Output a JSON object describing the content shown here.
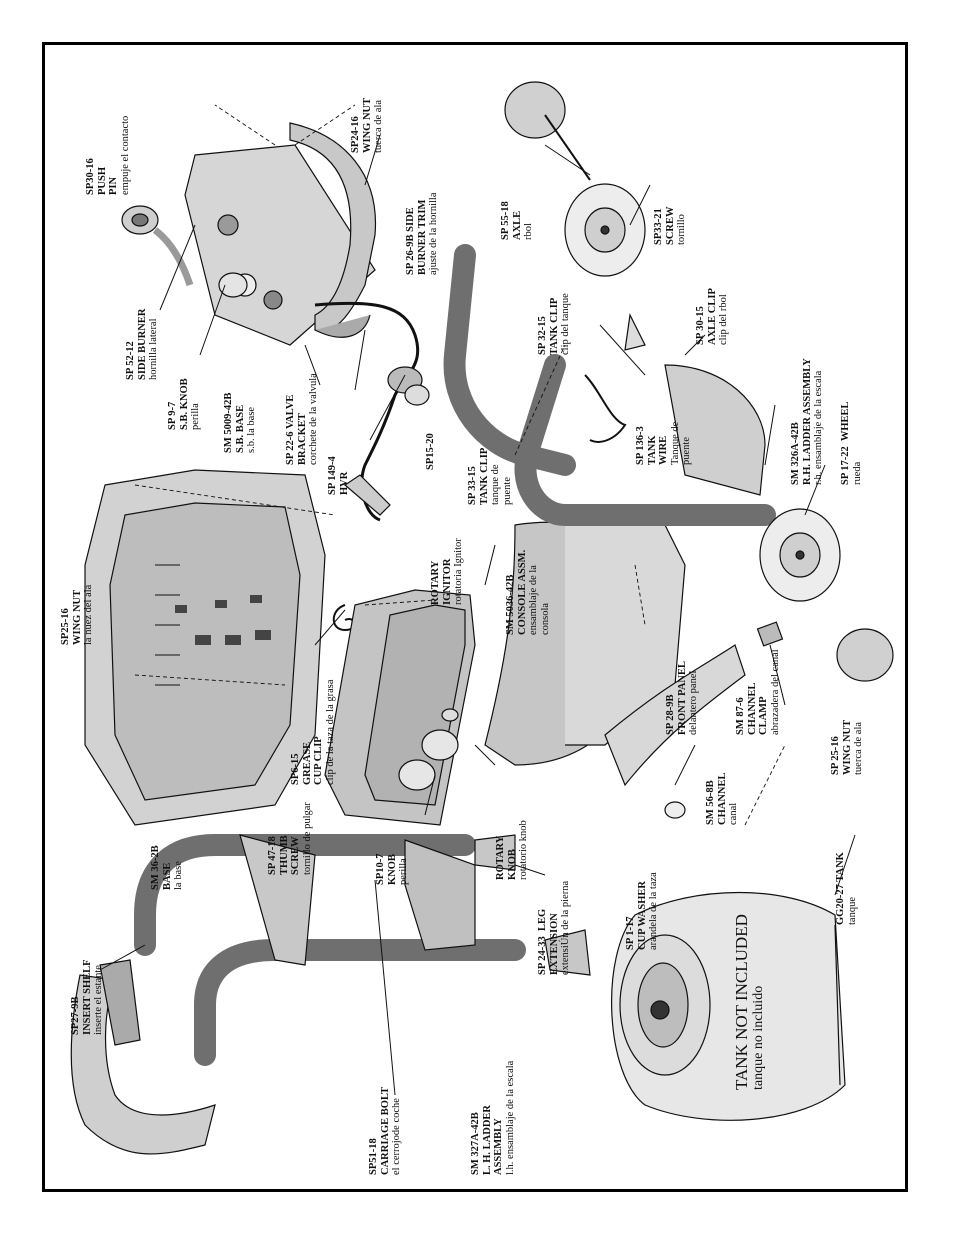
{
  "labels": [
    {
      "id": "sp30-16",
      "code": "SP30-16\nPUSH\nPIN",
      "es": "empuje el contacto"
    },
    {
      "id": "sp24-16-top",
      "code": "SP24-16\nWING NUT",
      "es": "tuerca de ala"
    },
    {
      "id": "sp26-9b",
      "code": "SP 26-9B SIDE\nBURNER TRIM",
      "es": "ajuste de la hornilla"
    },
    {
      "id": "sp52-12",
      "code": "SP 52-12\nSIDE BURNER",
      "es": "hornilla lateral"
    },
    {
      "id": "sp9-7",
      "code": "SP 9-7\nS.B. KNOB",
      "es": "perilla"
    },
    {
      "id": "sm5009",
      "code": "SM 5009-42B\nS.B. BASE",
      "es": "s.b. la base"
    },
    {
      "id": "sp22-6",
      "code": "SP 22-6 VALVE\nBRACKET",
      "es": "corchete de la valvula"
    },
    {
      "id": "sp149-4",
      "code": "SP 149-4\nHVR",
      "es": ""
    },
    {
      "id": "sp15-20",
      "code": "SP15-20",
      "es": ""
    },
    {
      "id": "sp55-18",
      "code": "SP 55-18\nAXLE",
      "es": "rbol"
    },
    {
      "id": "sp33-21",
      "code": "SP33-21\nSCREW",
      "es": "tornillo"
    },
    {
      "id": "sp30-15",
      "code": "SP 30-15\nAXLE CLIP",
      "es": "clip del rbol"
    },
    {
      "id": "sp32-15",
      "code": "SP 32-15\nTANK CLIP",
      "es": "clip del tanque"
    },
    {
      "id": "sp33-15",
      "code": "SP 33-15\nTANK CLIP",
      "es": "tanque de\npuente"
    },
    {
      "id": "sp136-3",
      "code": "SP 136-3\nTANK\nWIRE",
      "es": "Tanque de\npuente"
    },
    {
      "id": "sm326a",
      "code": "SM 326A-42B\nR.H. LADDER ASSEMBLY",
      "es": "r.h. ensamblaje de la escala"
    },
    {
      "id": "sp17-22",
      "code": "SP 17-22  WHEEL",
      "es": "rueda"
    },
    {
      "id": "sp25-16-left",
      "code": "SP25-16\nWING NUT",
      "es": "la nuez del ala"
    },
    {
      "id": "rotary-ignitor",
      "code": "ROTARY\nIGNITOR",
      "es": "rotatoria Ignitor"
    },
    {
      "id": "sm5036",
      "code": "SM 5036-42B\nCONSOLE ASSM.",
      "es": "ensamblaje de la\nconsola"
    },
    {
      "id": "sp28-9b",
      "code": "SP 28-9B\nFRONT PANEL",
      "es": "delantero panel"
    },
    {
      "id": "sm87-6",
      "code": "SM 87-6\nCHANNEL\nCLAMP",
      "es": "abrazadera del canal"
    },
    {
      "id": "sp25-16-right",
      "code": "SP 25-16\nWING NUT",
      "es": "tuerca de ala"
    },
    {
      "id": "sp6-15",
      "code": "SP6-15\nGREASE\nCUP CLIP",
      "es": "clip de la taza de la grasa"
    },
    {
      "id": "sm36-2b",
      "code": "SM 36-2B\nBASE",
      "es": "la base"
    },
    {
      "id": "sp47-18",
      "code": "SP 47-18\nTHUMB\nSCREW",
      "es": "tornillo de pulgar"
    },
    {
      "id": "sp10-7",
      "code": "SP10-7\nKNOB",
      "es": "perilla"
    },
    {
      "id": "rotary-knob",
      "code": "ROTARY\nKNOB",
      "es": "rotatorio knob"
    },
    {
      "id": "sm56-8b",
      "code": "SM 56-8B\nCHANNEL",
      "es": "canal"
    },
    {
      "id": "sp1-17",
      "code": "SP 1-17\nCUP WASHER",
      "es": "arandela de la taza"
    },
    {
      "id": "gg20-27",
      "code": "GG20-27 TANK",
      "es": "tanque"
    },
    {
      "id": "sp27-9b",
      "code": "SP27-9B\nINSERT SHELF",
      "es": "inserte el estante"
    },
    {
      "id": "sp51-18",
      "code": "SP51-18\nCARRIAGE BOLT",
      "es": "el cerrojode coche"
    },
    {
      "id": "sm327a",
      "code": "SM 327A-42B\nL. H. LADDER\nASSEMBLY",
      "es": "l.h. ensamblaje de la escala"
    },
    {
      "id": "sp24-33",
      "code": "SP 24-33  LEG\nEXTENSION",
      "es": "extensiÚn de la pierna"
    }
  ],
  "tank": {
    "title": "TANK NOT INCLUDED",
    "subtitle": "tanque no incluido"
  },
  "colors": {
    "part_fill": "#cfcfcf",
    "part_dark": "#8a8a8a",
    "leg": "#6f6f6f",
    "line": "#111111",
    "bg": "#ffffff"
  }
}
